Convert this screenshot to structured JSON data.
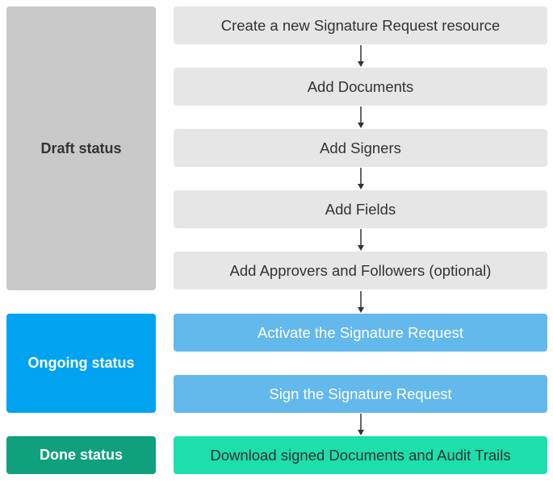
{
  "colors": {
    "draft_status": "#c9c9c9",
    "ongoing_status": "#00a3f0",
    "done_status": "#0fa07c",
    "draft_step": "#e6e6e6",
    "ongoing_step": "#63b8ec",
    "done_step": "#1ddfab",
    "arrow": "#333333"
  },
  "statuses": {
    "draft": "Draft status",
    "ongoing": "Ongoing status",
    "done": "Done status"
  },
  "steps": [
    "Create a new Signature Request resource",
    "Add Documents",
    "Add Signers",
    "Add Fields",
    "Add Approvers and Followers (optional)",
    "Activate the Signature Request",
    "Sign the Signature Request",
    "Download signed Documents and Audit Trails"
  ]
}
